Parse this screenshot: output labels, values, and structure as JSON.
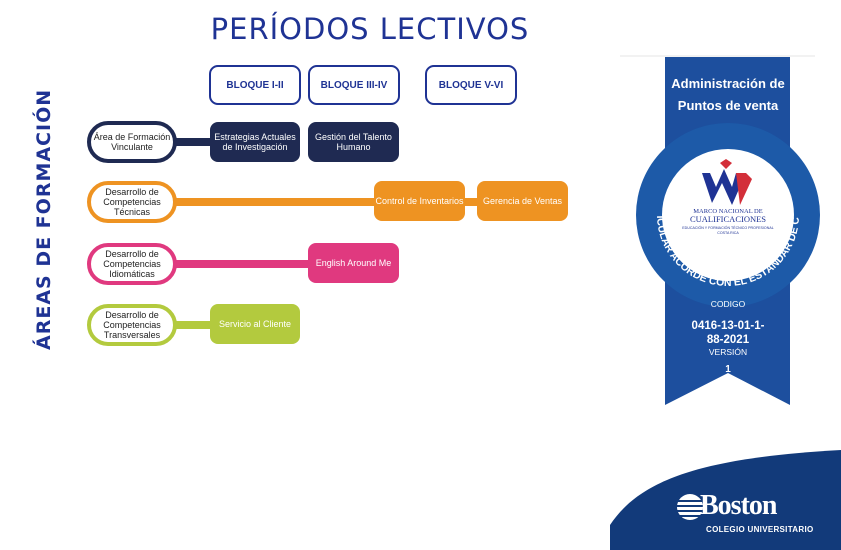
{
  "title": "PERÍODOS LECTIVOS",
  "side_title": "ÁREAS DE FORMACIÓN",
  "bloques": [
    "BLOQUE I-II",
    "BLOQUE III-IV",
    "BLOQUE V-VI"
  ],
  "areas": [
    {
      "label": "Área de Formación Vinculante",
      "color": "#1f2a52",
      "courses": [
        "Estrategias Actuales de Investigación",
        "Gestión del Talento Humano"
      ]
    },
    {
      "label": "Desarrollo de Competencias Técnicas",
      "color": "#ee9322",
      "courses": [
        "Control de Inventarios",
        "Gerencia de Ventas"
      ]
    },
    {
      "label": "Desarrollo de Competencias Idiomáticas",
      "color": "#e0397f",
      "courses": [
        "English Around Me"
      ]
    },
    {
      "label": "Desarrollo de Competencias Transversales",
      "color": "#b3ca3e",
      "courses": [
        "Servicio al Cliente"
      ]
    }
  ],
  "badge": {
    "title_line1": "Administración de",
    "title_line2": "Puntos de venta",
    "ring_text": "DISEÑO CURRICULAR ACORDE CON EL ESTÁNDAR DE CUALIFICACIÓN",
    "logo_line1": "MARCO NACIONAL DE",
    "logo_line2": "CUALIFICACIONES",
    "logo_line3": "EDUCACIÓN Y FORMACIÓN TÉCNICO PROFESIONAL",
    "logo_line4": "COSTA RICA",
    "codigo_label": "CODIGO",
    "codigo_line1": "0416-13-01-1-",
    "codigo_line2": "88-2021",
    "version_label": "VERSIÓN",
    "version_value": "1",
    "ribbon_color": "#1d4f9e",
    "ring_color": "#1d5aa8"
  },
  "brand": {
    "name": "Boston",
    "sub": "COLEGIO UNIVERSITARIO",
    "color": "#123a7a"
  }
}
